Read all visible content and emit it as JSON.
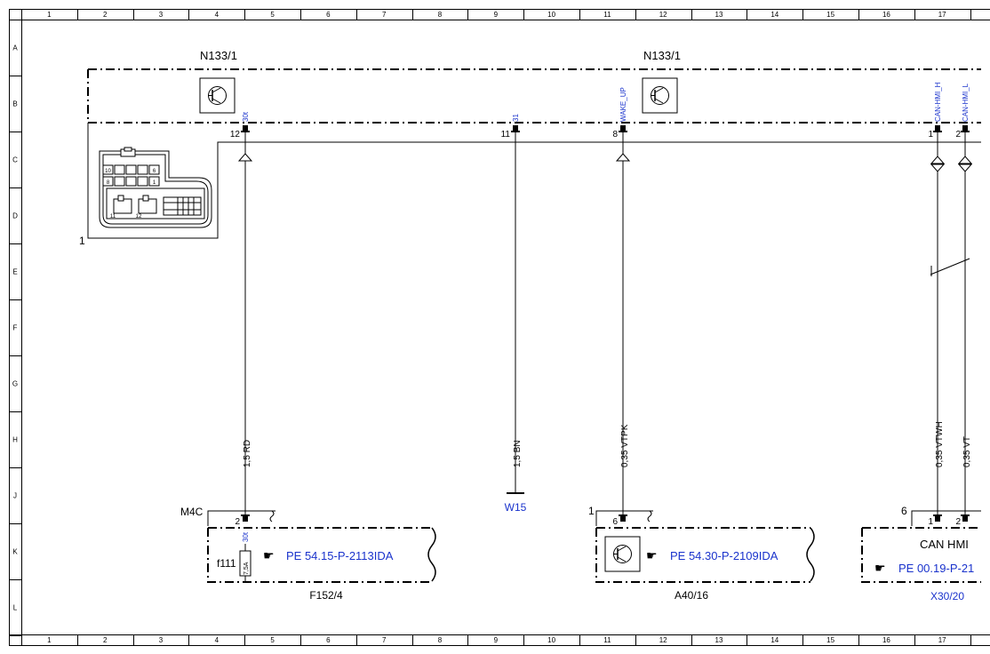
{
  "grid": {
    "columns": [
      "1",
      "2",
      "3",
      "4",
      "5",
      "6",
      "7",
      "8",
      "9",
      "10",
      "11",
      "12",
      "13",
      "14",
      "15",
      "16",
      "17"
    ],
    "rows": [
      "A",
      "B",
      "C",
      "D",
      "E",
      "F",
      "G",
      "H",
      "J",
      "K",
      "L"
    ]
  },
  "modules": {
    "left_label": "N133/1",
    "right_label": "N133/1",
    "connector_callout": "1",
    "connector_pins": [
      "10",
      "8",
      "6",
      "1",
      "11",
      "12"
    ]
  },
  "pins": {
    "p12": {
      "num": "12",
      "signal": "30t"
    },
    "p11": {
      "num": "11",
      "signal": "31"
    },
    "p8": {
      "num": "8",
      "signal": "WAKE_UP"
    },
    "p1": {
      "num": "1",
      "signal": "CAN-HMI_H"
    },
    "p2": {
      "num": "2",
      "signal": "CAN-HMI_L"
    }
  },
  "wires": {
    "w1": "1,5 RD",
    "w2": "1,5 BN",
    "w3": "0,35 VTPK",
    "w4": "0,35 VTWH",
    "w5": "0,35 VT"
  },
  "ground": {
    "label": "W15"
  },
  "fuse_box": {
    "connector": "M4C",
    "pin": "2",
    "signal": "30t",
    "fuse": "f111",
    "rating": "7,5A",
    "ref": "PE 54.15-P-2113IDA",
    "label": "F152/4"
  },
  "control_unit": {
    "connector": "1",
    "pin": "6",
    "ref": "PE 54.30-P-2109IDA",
    "label": "A40/16"
  },
  "can_hmi": {
    "connector": "6",
    "pin1": "1",
    "pin2": "2",
    "title": "CAN HMI",
    "ref": "PE 00.19-P-21",
    "label": "X30/20"
  },
  "colors": {
    "link": "#1a33cc",
    "line": "#000000"
  }
}
